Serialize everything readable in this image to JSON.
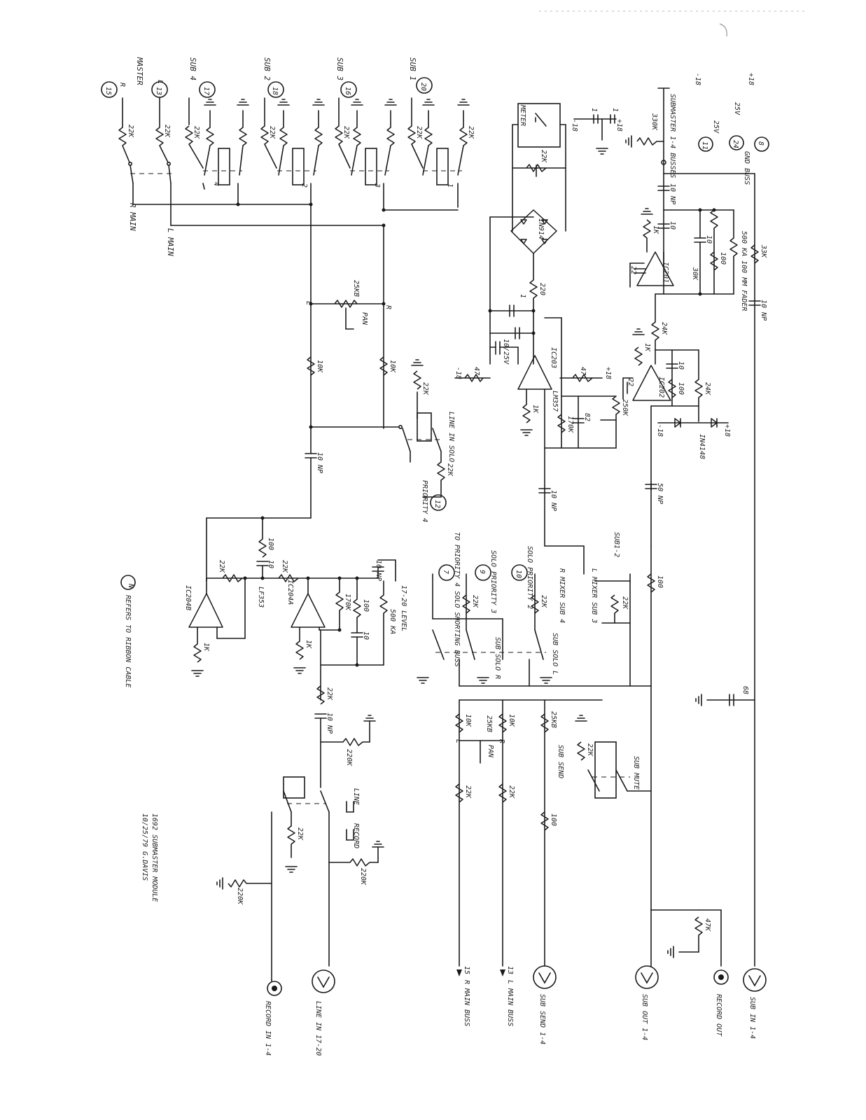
{
  "title": {
    "line1": "1692 SUBMASTER MODULE",
    "line2": "10/25/79 G.DAVIS"
  },
  "note": "REFERS TO RIBBON CABLE",
  "note_marker": "N",
  "outputs": {
    "master": "MASTER",
    "master_r": "R",
    "master_l": "L",
    "sub4": "SUB 4",
    "sub2": "SUB 2",
    "sub3": "SUB 3",
    "sub1": "SUB 1",
    "r_main": "R MAIN",
    "l_main": "L MAIN"
  },
  "ribbon_nums": {
    "n15": "15",
    "n13": "13",
    "n17": "17",
    "n18": "18",
    "n16": "16",
    "n20": "20",
    "n11": "11",
    "n8": "8",
    "n24": "24",
    "n12": "12",
    "n7": "7",
    "n9": "9",
    "n10": "10",
    "n15b": "15",
    "n13b": "13"
  },
  "ics": {
    "ic203": "IC203",
    "lm3571": "LM357",
    "ic201": "IC201",
    "ic202": "IC202",
    "ic204a": "IC204A",
    "ic204b": "IC204B",
    "lf353": "LF353"
  },
  "components": {
    "r22k": "22K",
    "r10k": "10K",
    "r1k": "1K",
    "r47": "47",
    "r220": "220",
    "r100": "100",
    "r330k": "330K",
    "r33k": "33K",
    "r24k": "24K",
    "r47k": "47K",
    "r250k": "250K",
    "r220k": "220K",
    "r170k": "170K",
    "r30k": "30K",
    "pot25kb": "25KB",
    "pot500ka_fader": "500 KA 100 MM FADER",
    "pot500ka": "500 KA",
    "c10np": "10 NP",
    "c10np_b": "10 NP",
    "c1": "1",
    "c10_25v": "10/25V",
    "c22": "22",
    "c82": "82",
    "c68": "68",
    "c10": "10",
    "c50np": "50 NP",
    "diode": "IN4148",
    "bridge": "IN914",
    "v25": "25V",
    "v18p": "+18",
    "v18n": "-18"
  },
  "labels": {
    "meter": "METER",
    "pan": "PAN",
    "line_in_solo": "LINE IN SOLO",
    "priority4": "PRIORITY 4",
    "to_priority": "TO PRIORITY 4 SOLO SHORTING BUSS",
    "solo_priority3": "SOLO PRIORITY 3",
    "solo_priority2": "SOLO PRIORITY 2",
    "sub12": "SUB1-2",
    "r_mixer": "R MIXER SUB 4",
    "l_mixer": "L MIXER SUB 3",
    "sub_solo_r": "SUB SOLO R",
    "sub_solo_l": "SUB SOLO L",
    "sub_mute": "SUB MUTE",
    "sub_send_pot": "SUB SEND",
    "submaster_busses": "SUBMASTER 1-4 BUSSES",
    "gnd_buss": "GND BUSS",
    "level": "17-20 LEVEL",
    "line": "LINE",
    "record": "RECORD",
    "r_letter": "R",
    "l_letter": "L",
    "sw1": "1",
    "sw2": "2",
    "sw3": "3",
    "sw4": "4"
  },
  "jacks": {
    "record_in": "RECORD IN 1-4",
    "line_in": "LINE IN 17-20",
    "r_main_buss": "R MAIN BUSS",
    "l_main_buss": "L MAIN BUSS",
    "sub_send": "SUB SEND 1-4",
    "sub_out": "SUB OUT 1-4",
    "record_out": "RECORD OUT",
    "sub_in": "SUB IN 1-4"
  }
}
